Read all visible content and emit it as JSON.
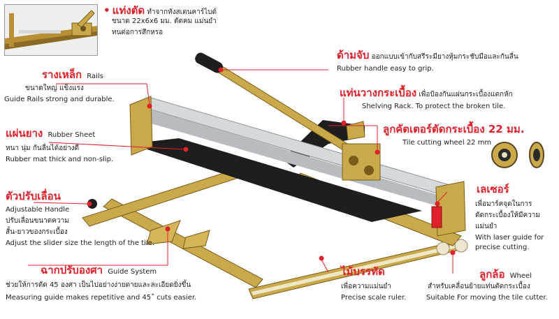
{
  "palette": {
    "accent_red": "#e0202a",
    "text_dark": "#222222",
    "brass": "#c9a94a",
    "steel": "#cfd3d6",
    "rubber": "#1e1e1e"
  },
  "callouts": {
    "rod": {
      "bullet": "•",
      "title": "แท่งตัด",
      "desc1": "ทำจากทังสเตนคาร์ไบด์",
      "desc2": "ขนาด 22x6x6 มม. ตัดคม แม่นยำ",
      "desc3": "ทนต่อการสึกหรอ"
    },
    "handle": {
      "title": "ด้ามจับ",
      "desc_th": "ออกแบบเข้ากับสรีระมียางหุ้มกระชับมือและกันลื่น",
      "desc_en": "Rubber handle easy to grip."
    },
    "rails": {
      "title": "รางเหล็ก",
      "title_en": "Rails",
      "desc_th": "ขนาดใหญ่ แข็งแรง",
      "desc_en": "Guide Rails strong and durable."
    },
    "rack": {
      "title": "แท่นวางกระเบื้อง",
      "desc_th": "เพื่อป้องกันแผ่นกระเบื้องแตกหัก",
      "desc_en": "Shelving Rack. To protect the broken tile."
    },
    "wheel": {
      "title": "ลูกคัตเตอร์ตัดกระเบื้อง 22 มม.",
      "desc_en": "Tile cutting wheel 22 mm"
    },
    "rubber": {
      "title": "แผ่นยาง",
      "title_en": "Rubber Sheet",
      "desc_th": "หนา นุ่ม กันลื่นได้อย่างดี",
      "desc_en": "Rubber mat thick and non-slip."
    },
    "adjust": {
      "title": "ตัวปรับเลื่อน",
      "desc_en": "Adjustable Handle",
      "desc_th1": "ปรับเลื่อนขนาดความ",
      "desc_th2": "สั้น-ยาวของกระเบื้อง",
      "desc_en2": "Adjust the slider size the length of the tile."
    },
    "laser": {
      "title": "เลเซอร์",
      "desc_th1": "เพื่อมาร์คจุดในการ",
      "desc_th2": "ตัดกระเบื้องให้มีความ",
      "desc_th3": "แม่นยำ",
      "desc_en1": "With laser guide for",
      "desc_en2": "precise cutting."
    },
    "angle": {
      "title": "ฉากปรับองศา",
      "title_en": "Guide System",
      "desc_th": "ช่วยให้การตัด 45 องศา เป็นไปอย่างง่ายดายและละเอียดยิ่งขึ้น",
      "desc_en": "Measuring guide makes repetitive and 45˚ cuts easier."
    },
    "ruler": {
      "title": "ไม้บรรทัด",
      "desc_th": "เพื่อความแม่นยำ",
      "desc_en": "Precise scale ruler."
    },
    "roller": {
      "title": "ลูกล้อ",
      "title_en": "Wheel",
      "desc_th": "สำหรับเคลื่อนย้ายแท่นตัดกระเบื้อง",
      "desc_en": "Suitable For moving the tile cutter."
    }
  }
}
